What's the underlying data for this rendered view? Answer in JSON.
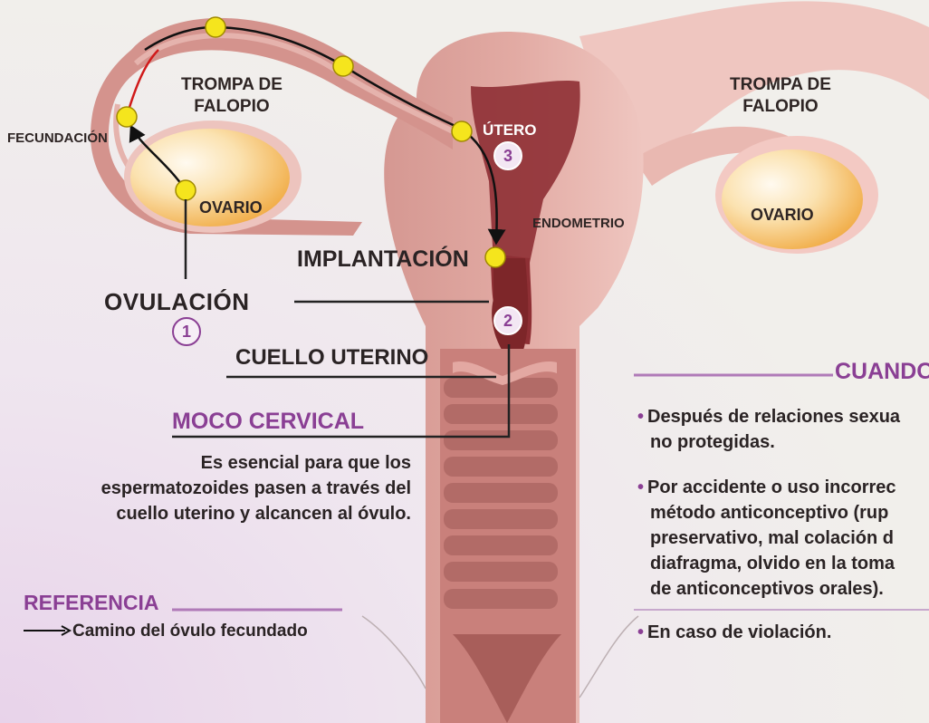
{
  "labels": {
    "tube_left": "TROMPA DE\nFALOPIO",
    "tube_right": "TROMPA DE\nFALOPIO",
    "fecundation": "FECUNDACIÓN",
    "ovary_left": "OVARIO",
    "ovary_right": "OVARIO",
    "uterus": "ÚTERO",
    "endometrium": "ENDOMETRIO",
    "implantation": "IMPLANTACIÓN",
    "ovulation": "OVULACIÓN",
    "cervix": "CUELLO UTERINO",
    "step_1": "1",
    "step_2": "2",
    "step_3": "3"
  },
  "cervical_mucus": {
    "title": "MOCO CERVICAL",
    "text_lines": [
      "Es esencial para que los",
      "espermatozoides pasen a través del",
      "cuello uterino y alcancen al óvulo."
    ]
  },
  "reference": {
    "title": "REFERENCIA",
    "arrow_text": "Camino del óvulo fecundado"
  },
  "when": {
    "title": "CUANDO",
    "bullets": [
      {
        "lines": [
          "Después de relaciones sexua",
          "no protegidas."
        ]
      },
      {
        "lines": [
          "Por accidente o uso incorrec",
          "método anticonceptivo (rup",
          "preservativo, mal colación d",
          "diafragma, olvido en la toma",
          "de anticonceptivos orales)."
        ]
      },
      {
        "lines": [
          "En caso de violación."
        ]
      }
    ]
  },
  "colors": {
    "accent_purple": "#8a3f94",
    "uterus_pink": "#dca09a",
    "uterus_dark": "#8e2f34",
    "ovary_yellow": "#f2b84c",
    "ovum_yellow": "#f5e51d"
  }
}
